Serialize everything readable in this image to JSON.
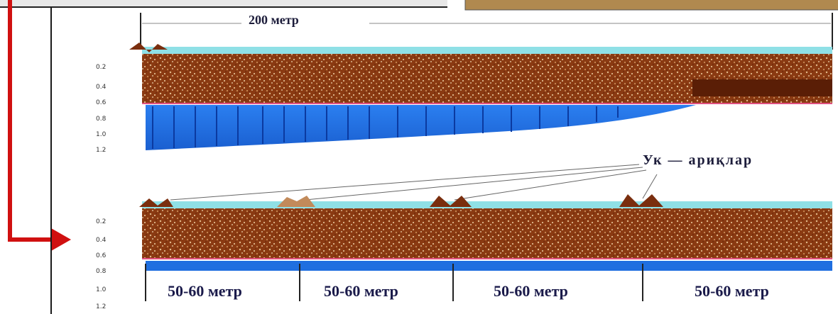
{
  "diagram": {
    "top_distance_label": "200 метр",
    "canal_label": "Ук — ариқлар",
    "top_depth_ticks": [
      "0.2",
      "0.4",
      "0.6",
      "0.8",
      "1.0",
      "1.2"
    ],
    "bottom_depth_ticks": [
      "0.2",
      "0.4",
      "0.6",
      "0.8",
      "1.0",
      "1.2"
    ],
    "bottom_segments": [
      "50-60 метр",
      "50-60 метр",
      "50-60 метр",
      "50-60 метр"
    ],
    "colors": {
      "soil": "#8a3a12",
      "soil_light": "#d9b07a",
      "water_surface": "#8fe0e6",
      "groundwater": "#1f6fe0",
      "arrow": "#d01010",
      "axis": "#1a1a1a"
    }
  }
}
